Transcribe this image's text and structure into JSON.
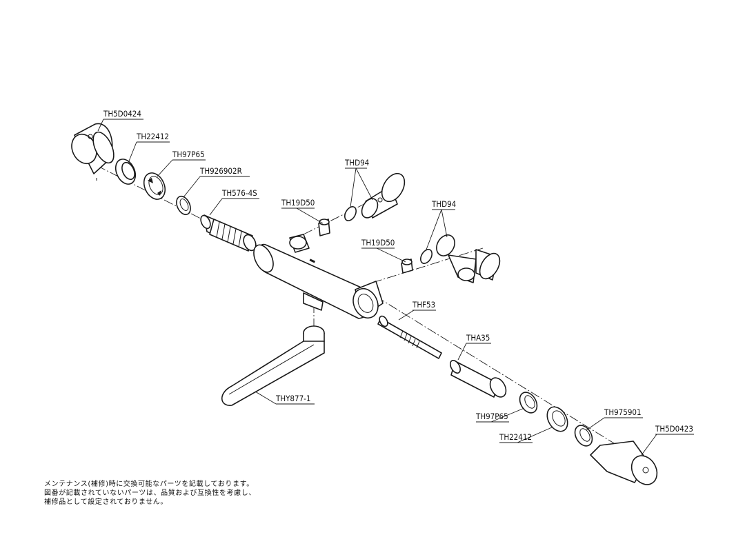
{
  "labels": {
    "cap_left": "TH5D0424",
    "nut_left": "TH22412",
    "ring_left": "TH97P65",
    "washer": "TH926902R",
    "cartridge_left": "TH576-4S",
    "inlet_top_parts": "THD94",
    "valve_top": "TH19D50",
    "inlet_right_parts": "THD94",
    "valve_right": "TH19D50",
    "filter": "THF53",
    "thermo": "THA35",
    "spout": "THY877-1",
    "ring_right": "TH97P65",
    "nut_right": "TH22412",
    "collar_right": "TH975901",
    "cap_right": "TH5D0423"
  },
  "note": [
    "メンテナンス(補修)時に交換可能なパーツを記載しております。",
    "図番が記載されていないパーツは、品質および互換性を考慮し、",
    "補修品として設定されておりません。"
  ]
}
